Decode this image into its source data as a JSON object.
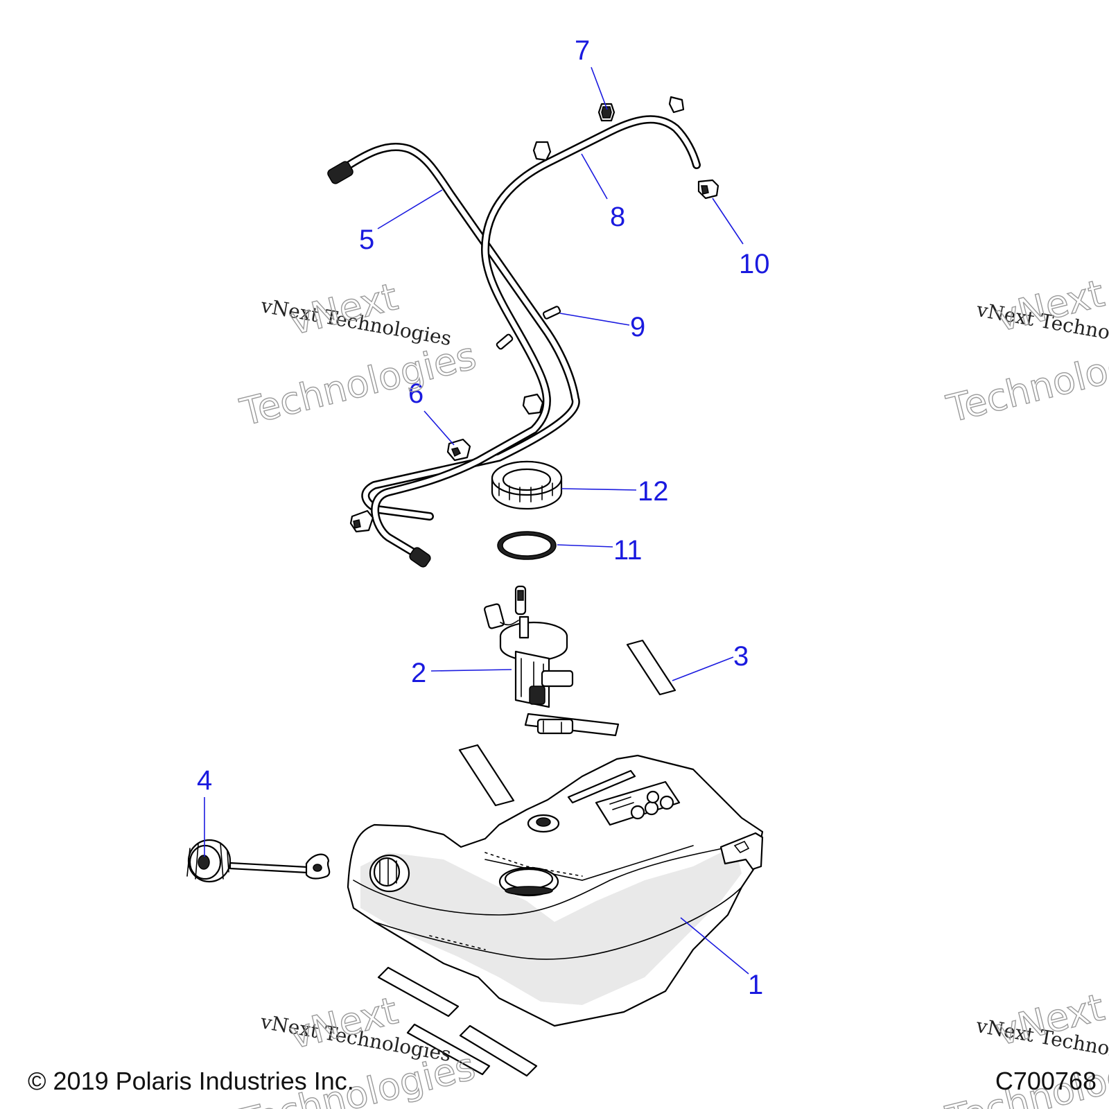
{
  "callouts": [
    {
      "number": "1"
    },
    {
      "number": "2"
    },
    {
      "number": "3"
    },
    {
      "number": "4"
    },
    {
      "number": "5"
    },
    {
      "number": "6"
    },
    {
      "number": "7"
    },
    {
      "number": "8"
    },
    {
      "number": "9"
    },
    {
      "number": "10"
    },
    {
      "number": "11"
    },
    {
      "number": "12"
    }
  ],
  "watermark": {
    "line_serif": "vNext Technologies",
    "line_outline_1": "vNext",
    "line_outline_2": "Technologies"
  },
  "footer": {
    "copyright": "© 2019 Polaris Industries Inc.",
    "drawing_code": "C700768"
  },
  "colors": {
    "callout": "#1a1adf",
    "linework": "#000000"
  }
}
